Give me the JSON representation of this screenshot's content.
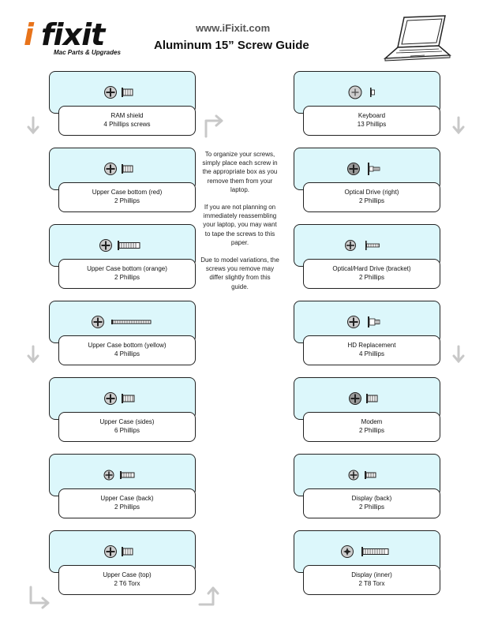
{
  "header": {
    "logo_i": "i",
    "logo_rest": "fixit",
    "logo_tag": "Mac Parts & Upgrades",
    "url": "www.iFixit.com",
    "title": "Aluminum 15” Screw Guide"
  },
  "instructions": [
    "To organize your screws, simply place each screw in the appropriate box as you remove them from your laptop.",
    "If you are not planning on immediately reassembling your laptop, you may want to tape the screws to this paper.",
    "Due to model variations, the screws you remove may differ slightly from this guide."
  ],
  "left_column": [
    {
      "name": "RAM shield",
      "count": "4 Phillips screws",
      "screw_icon": "phillips-short-screw-icon"
    },
    {
      "name": "Upper Case bottom (red)",
      "count": "2 Phillips",
      "screw_icon": "phillips-short-screw-icon"
    },
    {
      "name": "Upper Case bottom (orange)",
      "count": "2 Phillips",
      "screw_icon": "phillips-long-screw-icon"
    },
    {
      "name": "Upper Case bottom (yellow)",
      "count": "4 Phillips",
      "screw_icon": "phillips-extra-long-screw-icon"
    },
    {
      "name": "Upper Case (sides)",
      "count": "6 Phillips",
      "screw_icon": "phillips-short-screw-icon"
    },
    {
      "name": "Upper Case (back)",
      "count": "2 Phillips",
      "screw_icon": "phillips-short-screw-icon"
    },
    {
      "name": "Upper Case (top)",
      "count": "2 T6 Torx",
      "screw_icon": "torx-short-screw-icon"
    }
  ],
  "right_column": [
    {
      "name": "Keyboard",
      "count": "13 Phillips",
      "screw_icon": "phillips-tiny-screw-icon"
    },
    {
      "name": "Optical Drive (right)",
      "count": "2 Phillips",
      "screw_icon": "phillips-shoulder-screw-icon"
    },
    {
      "name": "Optical/Hard Drive (bracket)",
      "count": "2 Phillips",
      "screw_icon": "phillips-long-thin-screw-icon"
    },
    {
      "name": "HD Replacement",
      "count": "4 Phillips",
      "screw_icon": "phillips-shoulder-screw-icon"
    },
    {
      "name": "Modem",
      "count": "2 Phillips",
      "screw_icon": "phillips-short-screw-icon"
    },
    {
      "name": "Display (back)",
      "count": "2 Phillips",
      "screw_icon": "phillips-short-screw-icon"
    },
    {
      "name": "Display (inner)",
      "count": "2 T8 Torx",
      "screw_icon": "torx-long-screw-icon"
    }
  ],
  "colors": {
    "brand_orange": "#e8731a",
    "screw_box_fill": "#dcf7fb",
    "arrow_gray": "#c8c8c8"
  }
}
